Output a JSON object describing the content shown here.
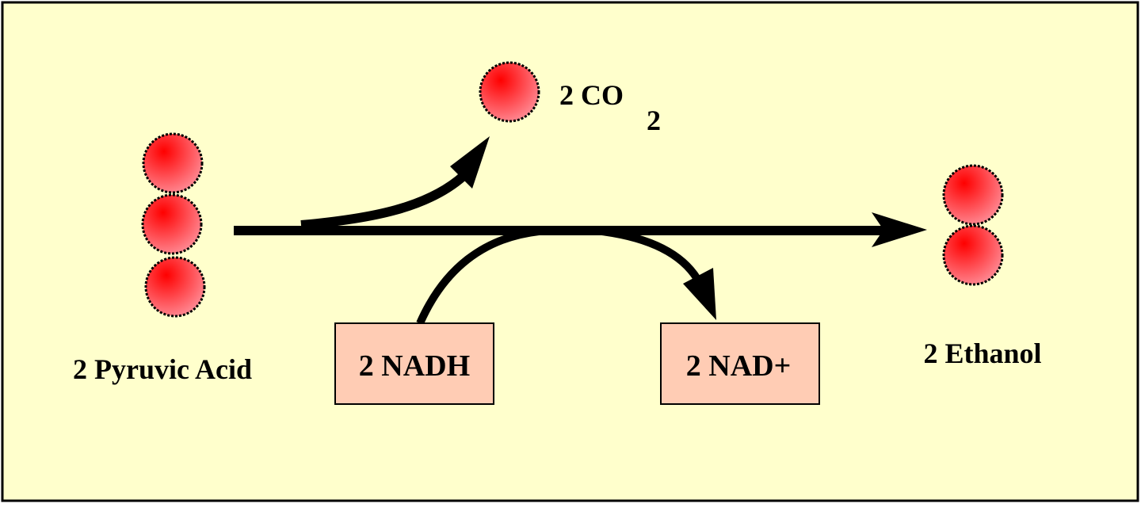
{
  "colors": {
    "background": "#FFFFCC",
    "molecule": "#FF1A1A",
    "box_fill": "#FFCCB4",
    "arrow": "#000000"
  },
  "labels": {
    "reactant": "2 Pyruvic Acid",
    "co2_main": "2 CO",
    "co2_sub": "2",
    "product": "2 Ethanol"
  },
  "boxes": {
    "nadh": "2 NADH",
    "nad": "2 NAD+"
  }
}
